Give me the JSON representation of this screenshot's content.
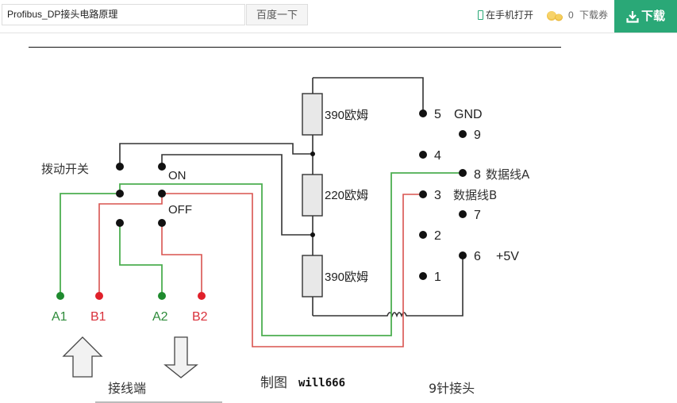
{
  "topbar": {
    "search_value": "Profibus_DP接头电路原理",
    "search_button": "百度一下",
    "open_on_phone": "在手机打开",
    "coupon_count": "0",
    "coupon_label": "下载券",
    "download_label": "下载"
  },
  "diagram": {
    "switch_label": "拨动开关",
    "on_label": "ON",
    "off_label": "OFF",
    "resistors": [
      {
        "label": "390欧姆"
      },
      {
        "label": "220欧姆"
      },
      {
        "label": "390欧姆"
      }
    ],
    "pins": [
      {
        "num": "5",
        "label": "GND"
      },
      {
        "num": "9",
        "label": ""
      },
      {
        "num": "4",
        "label": ""
      },
      {
        "num": "8",
        "label": "数据线A"
      },
      {
        "num": "3",
        "label": "数据线B"
      },
      {
        "num": "7",
        "label": ""
      },
      {
        "num": "2",
        "label": ""
      },
      {
        "num": "6",
        "label": "+5V"
      },
      {
        "num": "1",
        "label": ""
      }
    ],
    "terminals": [
      {
        "label": "A1",
        "color": "#1e8a2e"
      },
      {
        "label": "B1",
        "color": "#d9303a"
      },
      {
        "label": "A2",
        "color": "#1e8a2e"
      },
      {
        "label": "B2",
        "color": "#d9303a"
      }
    ],
    "terminal_caption": "接线端",
    "author_prefix": "制图",
    "author": "will666",
    "connector_caption": "9针接头",
    "colors": {
      "wire_black": "#333333",
      "wire_green": "#4caf50",
      "wire_red": "#d9534f",
      "resistor_fill": "#e8e8e8"
    }
  }
}
